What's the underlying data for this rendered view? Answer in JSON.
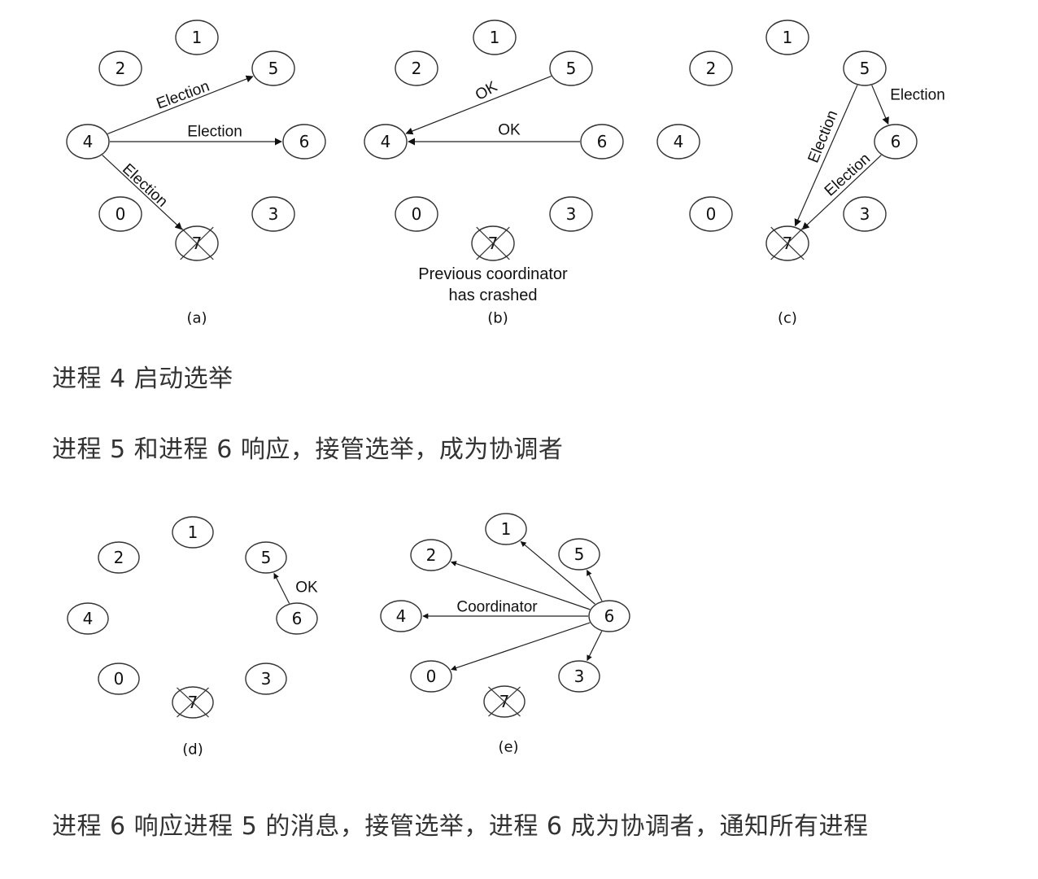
{
  "panels": [
    {
      "id": "a",
      "caption": "(a)",
      "nodes": [
        {
          "label": "1",
          "crashed": false
        },
        {
          "label": "2",
          "crashed": false
        },
        {
          "label": "5",
          "crashed": false
        },
        {
          "label": "4",
          "crashed": false
        },
        {
          "label": "6",
          "crashed": false
        },
        {
          "label": "0",
          "crashed": false
        },
        {
          "label": "3",
          "crashed": false
        },
        {
          "label": "7",
          "crashed": true
        }
      ],
      "edges": [
        {
          "from": "4",
          "to": "5",
          "label": "Election"
        },
        {
          "from": "4",
          "to": "6",
          "label": "Election"
        },
        {
          "from": "4",
          "to": "7",
          "label": "Election"
        }
      ]
    },
    {
      "id": "b",
      "caption": "(b)",
      "note_lines": [
        "Previous coordinator",
        "has crashed"
      ],
      "nodes": [
        {
          "label": "1",
          "crashed": false
        },
        {
          "label": "2",
          "crashed": false
        },
        {
          "label": "5",
          "crashed": false
        },
        {
          "label": "4",
          "crashed": false
        },
        {
          "label": "6",
          "crashed": false
        },
        {
          "label": "0",
          "crashed": false
        },
        {
          "label": "3",
          "crashed": false
        },
        {
          "label": "7",
          "crashed": true
        }
      ],
      "edges": [
        {
          "from": "5",
          "to": "4",
          "label": "OK"
        },
        {
          "from": "6",
          "to": "4",
          "label": "OK"
        }
      ]
    },
    {
      "id": "c",
      "caption": "(c)",
      "nodes": [
        {
          "label": "1",
          "crashed": false
        },
        {
          "label": "2",
          "crashed": false
        },
        {
          "label": "5",
          "crashed": false
        },
        {
          "label": "4",
          "crashed": false
        },
        {
          "label": "6",
          "crashed": false
        },
        {
          "label": "0",
          "crashed": false
        },
        {
          "label": "3",
          "crashed": false
        },
        {
          "label": "7",
          "crashed": true
        }
      ],
      "edges": [
        {
          "from": "5",
          "to": "6",
          "label": "Election"
        },
        {
          "from": "5",
          "to": "7",
          "label": "Election"
        },
        {
          "from": "6",
          "to": "7",
          "label": "Election"
        }
      ]
    },
    {
      "id": "d",
      "caption": "(d)",
      "nodes": [
        {
          "label": "1",
          "crashed": false
        },
        {
          "label": "2",
          "crashed": false
        },
        {
          "label": "5",
          "crashed": false
        },
        {
          "label": "4",
          "crashed": false
        },
        {
          "label": "6",
          "crashed": false
        },
        {
          "label": "0",
          "crashed": false
        },
        {
          "label": "3",
          "crashed": false
        },
        {
          "label": "7",
          "crashed": true
        }
      ],
      "edges": [
        {
          "from": "6",
          "to": "5",
          "label": "OK"
        }
      ]
    },
    {
      "id": "e",
      "caption": "(e)",
      "nodes": [
        {
          "label": "1",
          "crashed": false
        },
        {
          "label": "2",
          "crashed": false
        },
        {
          "label": "5",
          "crashed": false
        },
        {
          "label": "4",
          "crashed": false
        },
        {
          "label": "6",
          "crashed": false
        },
        {
          "label": "0",
          "crashed": false
        },
        {
          "label": "3",
          "crashed": false
        },
        {
          "label": "7",
          "crashed": true
        }
      ],
      "edges": [
        {
          "from": "6",
          "to": "1",
          "label": ""
        },
        {
          "from": "6",
          "to": "2",
          "label": ""
        },
        {
          "from": "6",
          "to": "5",
          "label": ""
        },
        {
          "from": "6",
          "to": "4",
          "label": "Coordinator"
        },
        {
          "from": "6",
          "to": "0",
          "label": ""
        },
        {
          "from": "6",
          "to": "3",
          "label": ""
        }
      ]
    }
  ],
  "paragraphs": [
    "进程 4 启动选举",
    "进程 5 和进程 6 响应，接管选举，成为协调者",
    "进程 6 响应进程 5 的消息，接管选举，进程 6 成为协调者，通知所有进程"
  ]
}
